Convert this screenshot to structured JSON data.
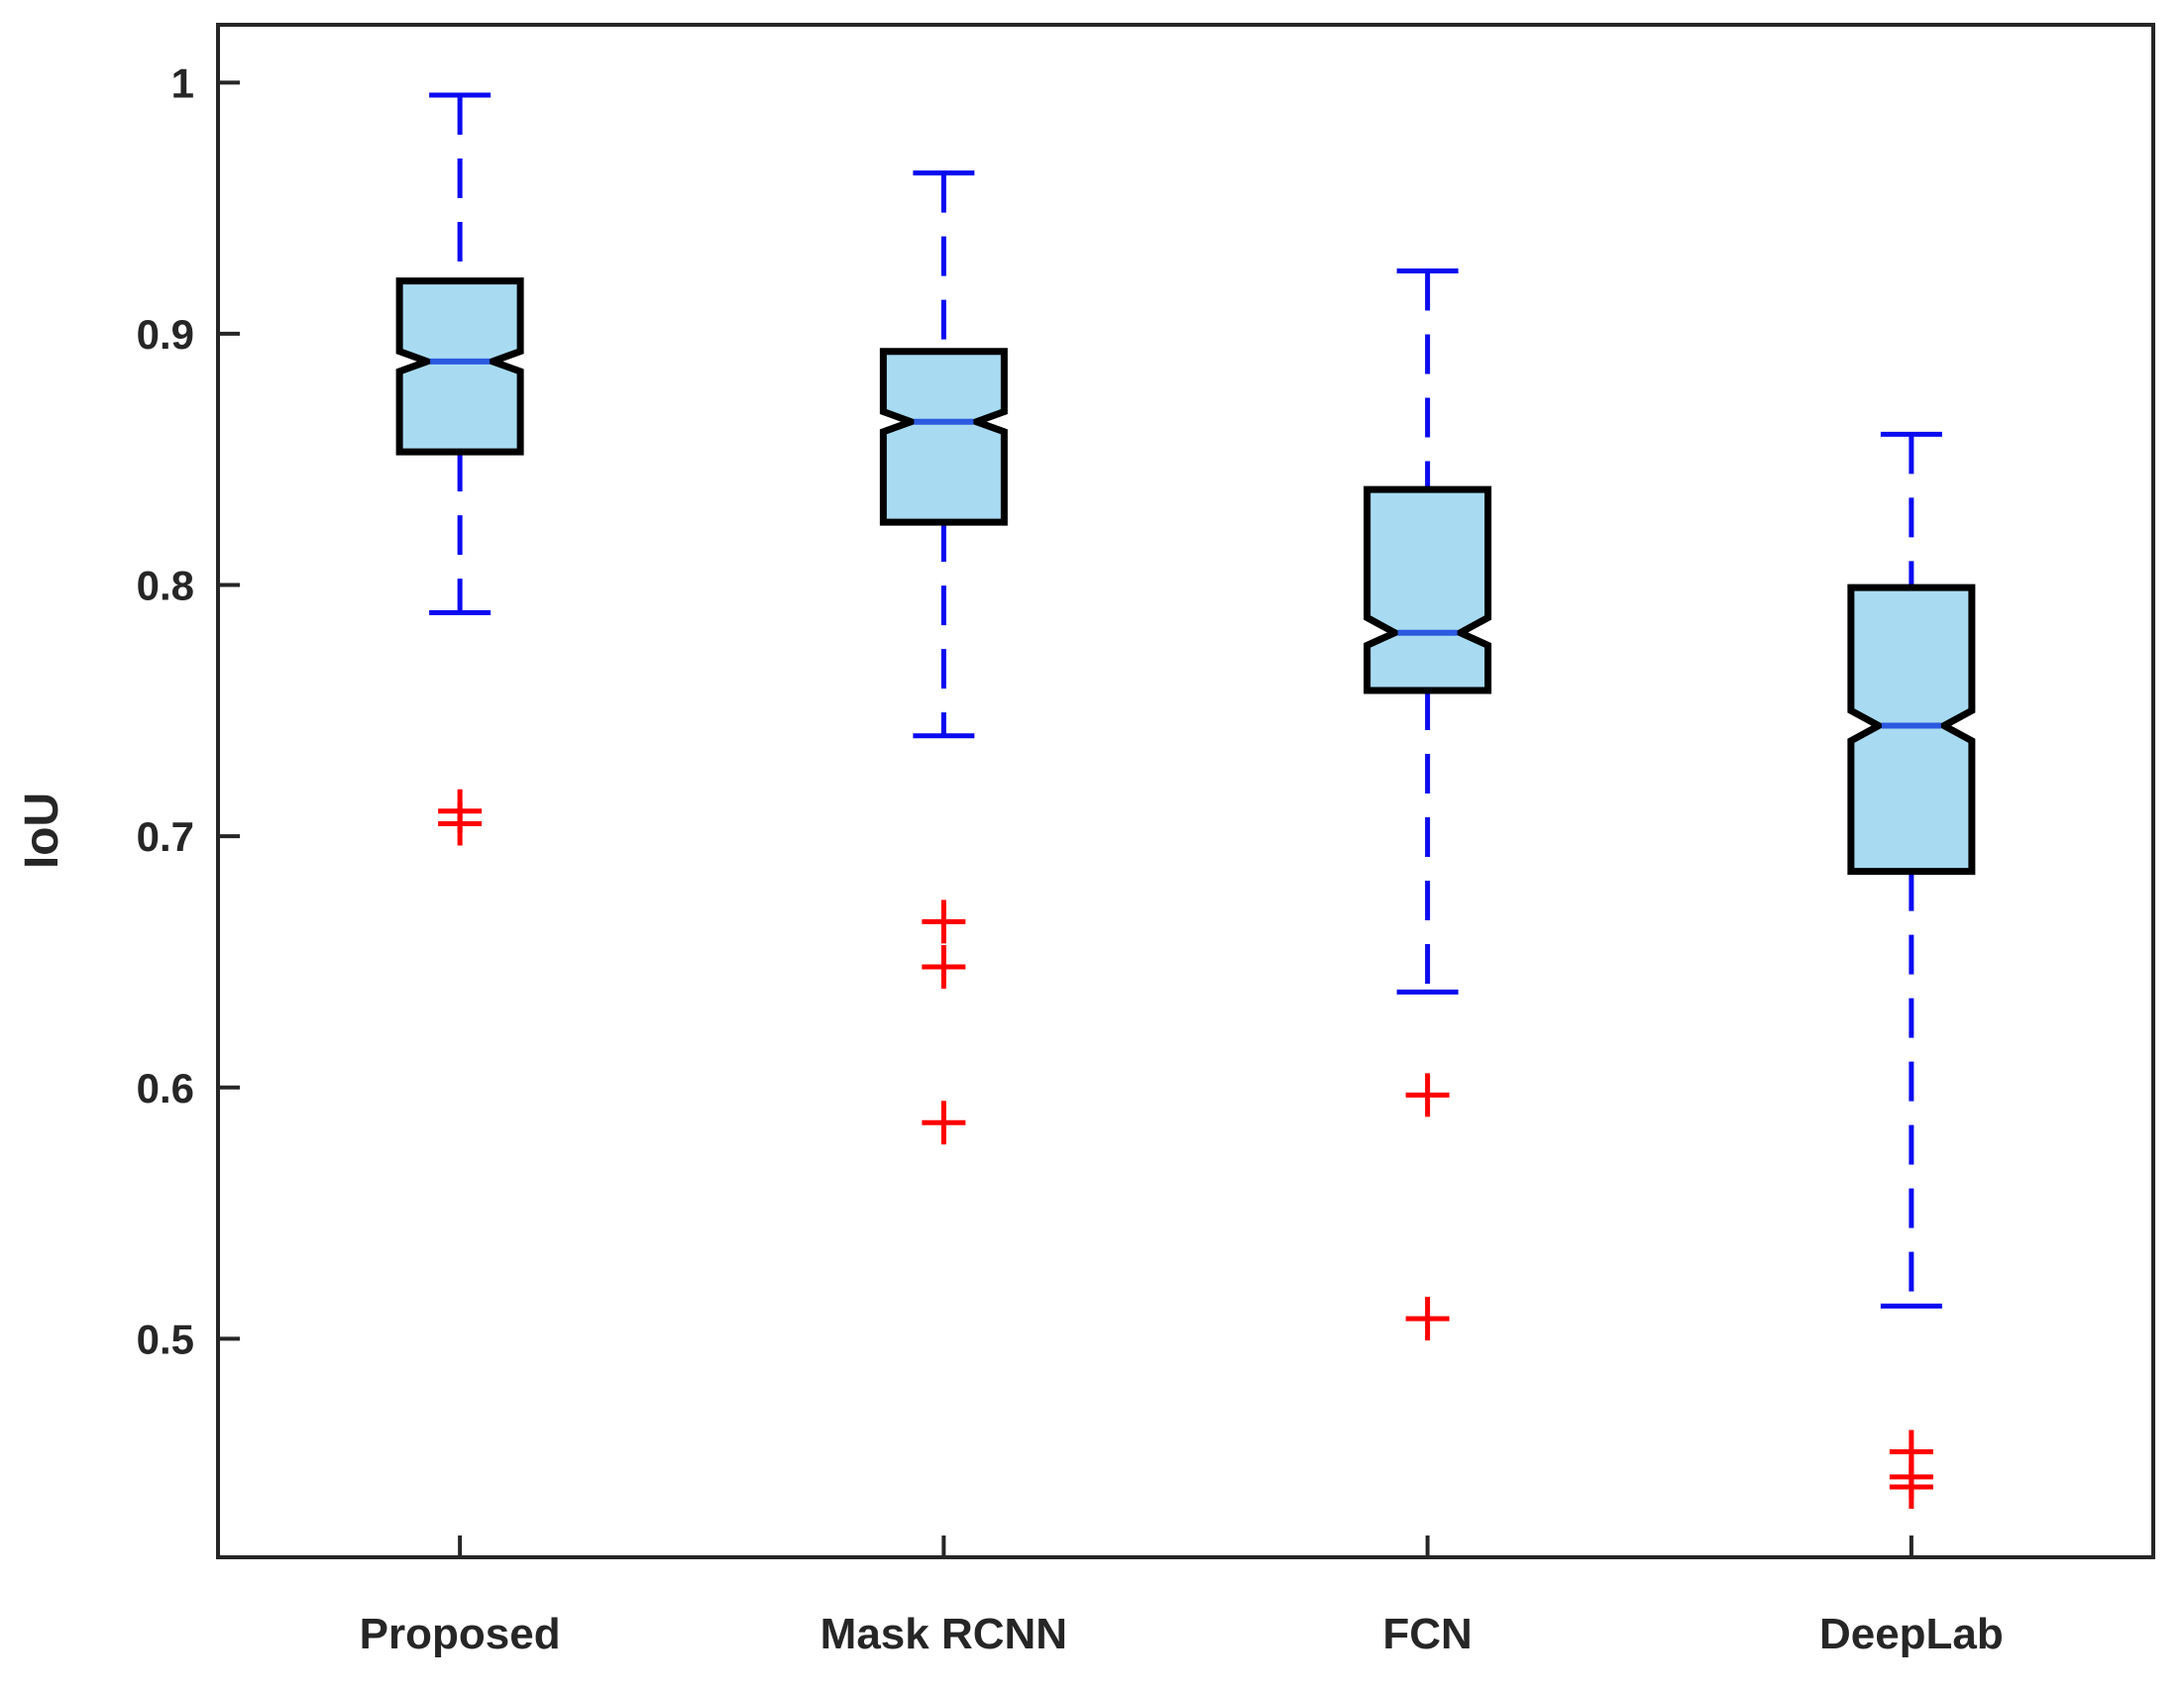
{
  "figure": {
    "ylabel": "IoU",
    "background": "#FFFFFF"
  },
  "chart_data": {
    "type": "boxplot",
    "title": "",
    "xlabel": "",
    "ylabel": "IoU",
    "categories": [
      "Proposed",
      "Mask RCNN",
      "FCN",
      "DeepLab"
    ],
    "y_ticks": [
      0.5,
      0.6,
      0.7,
      0.8,
      0.9,
      1
    ],
    "y_tick_labels": [
      "0.5",
      "0.6",
      "0.7",
      "0.8",
      "0.9",
      "1"
    ],
    "ylim": [
      0.413,
      1.023
    ],
    "grid": false,
    "notched": true,
    "legend": null,
    "series": [
      {
        "name": "Proposed",
        "whisker_high": 0.995,
        "q3": 0.921,
        "notch_high": 0.893,
        "median": 0.889,
        "notch_low": 0.885,
        "q1": 0.853,
        "whisker_low": 0.789,
        "outliers": [
          0.71,
          0.705
        ]
      },
      {
        "name": "Mask RCNN",
        "whisker_high": 0.964,
        "q3": 0.893,
        "notch_high": 0.869,
        "median": 0.865,
        "notch_low": 0.861,
        "q1": 0.825,
        "whisker_low": 0.74,
        "outliers": [
          0.666,
          0.648,
          0.586
        ]
      },
      {
        "name": "FCN",
        "whisker_high": 0.925,
        "q3": 0.838,
        "notch_high": 0.787,
        "median": 0.781,
        "notch_low": 0.776,
        "q1": 0.758,
        "whisker_low": 0.638,
        "outliers": [
          0.597,
          0.508
        ]
      },
      {
        "name": "DeepLab",
        "whisker_high": 0.86,
        "q3": 0.799,
        "notch_high": 0.75,
        "median": 0.744,
        "notch_low": 0.738,
        "q1": 0.686,
        "whisker_low": 0.513,
        "outliers": [
          0.455,
          0.445,
          0.441
        ]
      }
    ],
    "colors": {
      "box_fill": "#A8DBF2",
      "box_edge": "#000000",
      "whisker": "#0A0AF0",
      "median": "#2B59E0",
      "outlier": "#FF0000",
      "axis": "#262626",
      "tick_label": "#262626",
      "background": "#FFFFFF"
    }
  }
}
